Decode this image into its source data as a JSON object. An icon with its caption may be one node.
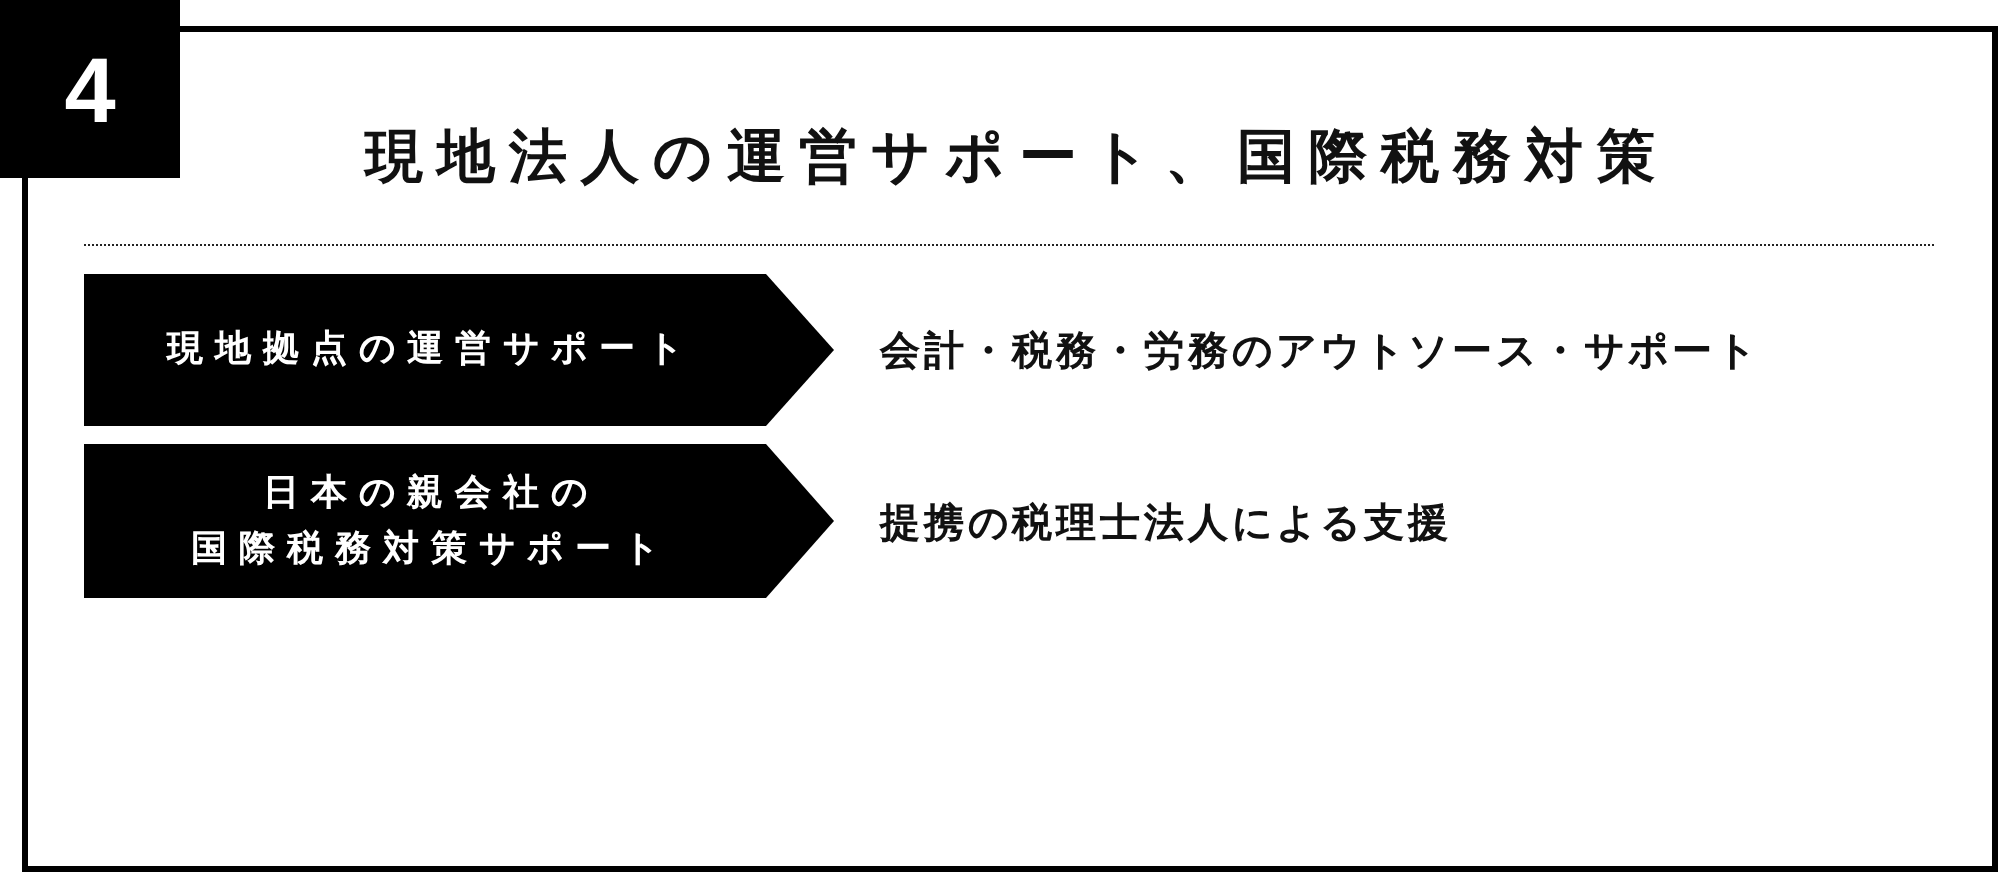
{
  "diagram": {
    "nodes": [
      {
        "text": [
          "4"
        ]
      },
      {
        "text": [
          "現地法人の運営サポート、国際税務対策"
        ]
      },
      {
        "text": [
          "現地拠点の運営サポート"
        ],
        "in": 1,
        "beside": [
          "会計・税務・労務のアウトソース・サポート"
        ]
      },
      {
        "text": [
          "日本の親会社の国際税務対策サポート"
        ],
        "in": 1,
        "beside": [
          "提携の税理士法人による支援"
        ]
      }
    ]
  }
}
